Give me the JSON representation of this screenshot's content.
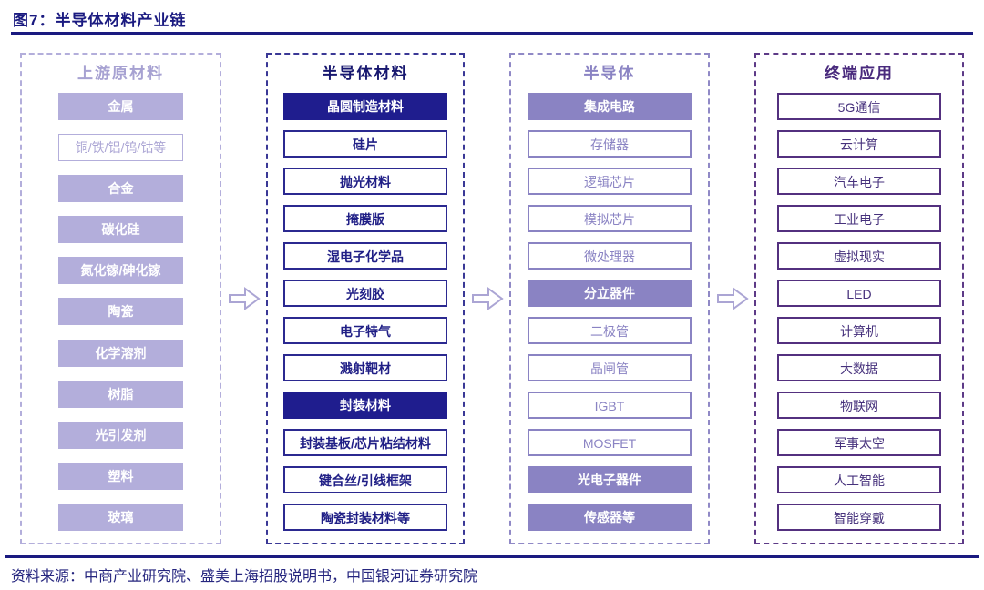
{
  "title": "图7：半导体材料产业链",
  "source": "资料来源：中商产业研究院、盛美上海招股说明书，中国银河证券研究院",
  "colors": {
    "title_navy": "#1a1a80",
    "light_purple": "#b3aedb",
    "navy_fill": "#1f1d8e",
    "medium_purple": "#8a83c3",
    "dark_purple": "#53307f"
  },
  "arrow_icon": "right-block-arrow",
  "columns": [
    {
      "header": "上游原材料",
      "theme": "light-purple",
      "items": [
        {
          "label": "金属",
          "style": "filled"
        },
        {
          "label": "铜/铁/铝/钨/钴等",
          "style": "outline"
        },
        {
          "label": "合金",
          "style": "filled"
        },
        {
          "label": "碳化硅",
          "style": "filled"
        },
        {
          "label": "氮化镓/砷化镓",
          "style": "filled"
        },
        {
          "label": "陶瓷",
          "style": "filled"
        },
        {
          "label": "化学溶剂",
          "style": "filled"
        },
        {
          "label": "树脂",
          "style": "filled"
        },
        {
          "label": "光引发剂",
          "style": "filled"
        },
        {
          "label": "塑料",
          "style": "filled"
        },
        {
          "label": "玻璃",
          "style": "filled"
        }
      ]
    },
    {
      "header": "半导体材料",
      "theme": "navy",
      "items": [
        {
          "label": "晶圆制造材料",
          "style": "filled"
        },
        {
          "label": "硅片",
          "style": "outline"
        },
        {
          "label": "抛光材料",
          "style": "outline"
        },
        {
          "label": "掩膜版",
          "style": "outline"
        },
        {
          "label": "湿电子化学品",
          "style": "outline"
        },
        {
          "label": "光刻胶",
          "style": "outline"
        },
        {
          "label": "电子特气",
          "style": "outline"
        },
        {
          "label": "溅射靶材",
          "style": "outline"
        },
        {
          "label": "封装材料",
          "style": "filled"
        },
        {
          "label": "封装基板/芯片粘结材料",
          "style": "outline"
        },
        {
          "label": "键合丝/引线框架",
          "style": "outline"
        },
        {
          "label": "陶瓷封装材料等",
          "style": "outline"
        }
      ]
    },
    {
      "header": "半导体",
      "theme": "medium-purple",
      "items": [
        {
          "label": "集成电路",
          "style": "filled"
        },
        {
          "label": "存储器",
          "style": "outline"
        },
        {
          "label": "逻辑芯片",
          "style": "outline"
        },
        {
          "label": "模拟芯片",
          "style": "outline"
        },
        {
          "label": "微处理器",
          "style": "outline"
        },
        {
          "label": "分立器件",
          "style": "filled"
        },
        {
          "label": "二极管",
          "style": "outline"
        },
        {
          "label": "晶闸管",
          "style": "outline"
        },
        {
          "label": "IGBT",
          "style": "outline"
        },
        {
          "label": "MOSFET",
          "style": "outline"
        },
        {
          "label": "光电子器件",
          "style": "filled"
        },
        {
          "label": "传感器等",
          "style": "filled"
        }
      ]
    },
    {
      "header": "终端应用",
      "theme": "dark-purple",
      "items": [
        {
          "label": "5G通信",
          "style": "outline"
        },
        {
          "label": "云计算",
          "style": "outline"
        },
        {
          "label": "汽车电子",
          "style": "outline"
        },
        {
          "label": "工业电子",
          "style": "outline"
        },
        {
          "label": "虚拟现实",
          "style": "outline"
        },
        {
          "label": "LED",
          "style": "outline"
        },
        {
          "label": "计算机",
          "style": "outline"
        },
        {
          "label": "大数据",
          "style": "outline"
        },
        {
          "label": "物联网",
          "style": "outline"
        },
        {
          "label": "军事太空",
          "style": "outline"
        },
        {
          "label": "人工智能",
          "style": "outline"
        },
        {
          "label": "智能穿戴",
          "style": "outline"
        }
      ]
    }
  ]
}
